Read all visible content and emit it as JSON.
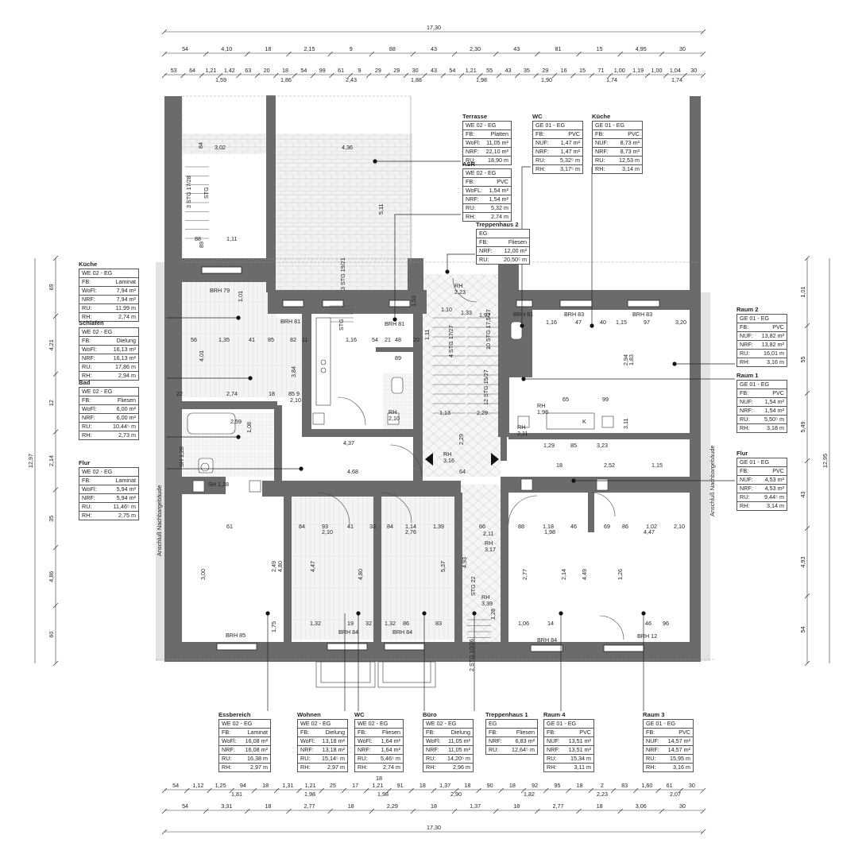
{
  "dimensions": {
    "top_total": "17,30",
    "top_row1": [
      "54",
      "4,10",
      "18",
      "2,15",
      "9",
      "88",
      "43",
      "2,30",
      "43",
      "81",
      "15",
      "4,95",
      "30"
    ],
    "top_row2": [
      "53",
      "64",
      "1,21",
      "1,42",
      "63",
      "20",
      "18",
      "54",
      "99",
      "61",
      "9",
      "29",
      "29",
      "30",
      "43",
      "54",
      "1,21",
      "55",
      "43",
      "35",
      "29",
      "16",
      "15",
      "71",
      "1,00",
      "1,19",
      "1,00",
      "1,04",
      "30"
    ],
    "top_row2_sub": [
      "1,59",
      "1,86",
      "2,43",
      "1,88",
      "1,98",
      "1,90",
      "1,74",
      "1,74"
    ],
    "bottom_row1": [
      "54",
      "1,12",
      "1,25",
      "94",
      "18",
      "1,31",
      "1,21",
      "25",
      "17",
      "1,21",
      "91",
      "18",
      "1,37",
      "18",
      "90",
      "18",
      "92",
      "95",
      "18",
      "2",
      "83",
      "1,60",
      "61",
      "30"
    ],
    "bottom_row1_sub": [
      "1,81",
      "1,98",
      "1,98",
      "2,90",
      "1,82",
      "2,23",
      "2,07"
    ],
    "bottom_row1_extra": "18",
    "bottom_row2": [
      "54",
      "3,31",
      "18",
      "2,77",
      "18",
      "2,29",
      "18",
      "1,37",
      "18",
      "2,77",
      "18",
      "3,06",
      "30"
    ],
    "bottom_total": "17,30",
    "left_side": [
      "69",
      "4,21",
      "12",
      "2,14",
      "35",
      "4,86",
      "60"
    ],
    "left_total": "12,97",
    "right_side": [
      "1,01",
      "55",
      "5,49",
      "43",
      "4,93",
      "54"
    ],
    "right_total": "12,95"
  },
  "side_labels": {
    "left": "Anschluß Nachbargebäude",
    "right": "Anschluß Nachbargebäude"
  },
  "window_labels": [
    "BRH 79",
    "BRH 81",
    "BRH 81",
    "BRH 81",
    "BRH 83",
    "BRH 83",
    "BRH 85",
    "BRH 84",
    "BRH 84",
    "BRH 84",
    "BRH 12"
  ],
  "stair_labels": [
    "3 STG 17/28",
    "STG",
    "4 STG 17/27",
    "10 STG 17,5/27",
    "12 STG 15/27",
    "3 STG 19/21",
    "2 STG 10/26",
    "STG 22",
    "STG"
  ],
  "rh_labels": [
    {
      "t": "RH",
      "v": "2,23"
    },
    {
      "t": "RH",
      "v": "3,16"
    },
    {
      "t": "RH",
      "v": "3,17"
    },
    {
      "t": "RH",
      "v": "3,39"
    },
    {
      "t": "RH",
      "v": "1,98"
    },
    {
      "t": "RH",
      "v": "2,11"
    },
    {
      "t": "RH",
      "v": "2,10"
    }
  ],
  "misc_labels": {
    "sh1": "SH 1,28",
    "sh2": "SH 1,28",
    "k": "K"
  },
  "rooms": [
    {
      "id": "terrasse",
      "title": "Terrasse",
      "head": "WE 02 - EG",
      "rows": [
        [
          "FB:",
          "Platten"
        ],
        [
          "WoFl:",
          "11,05 m²"
        ],
        [
          "NRF:",
          "22,10 m²"
        ],
        [
          "RU:",
          "18,90 m"
        ]
      ]
    },
    {
      "id": "asr",
      "title": "ASR",
      "head": "WE 02 - EG",
      "rows": [
        [
          "FB:",
          "PVC"
        ],
        [
          "WoFL:",
          "1,54 m²"
        ],
        [
          "NRF:",
          "1,54 m²"
        ],
        [
          "RU:",
          "5,32 m"
        ],
        [
          "RH:",
          "2,74 m"
        ]
      ]
    },
    {
      "id": "treppenhaus2",
      "title": "Treppenhaus 2",
      "head": "EG",
      "rows": [
        [
          "FB:",
          "Fliesen"
        ],
        [
          "NRF:",
          "12,00 m²"
        ],
        [
          "RU:",
          "20,50⁵ m"
        ]
      ]
    },
    {
      "id": "wc_top",
      "title": "WC",
      "head": "GE 01 - EG",
      "rows": [
        [
          "FB:",
          "PVC"
        ],
        [
          "NUF:",
          "1,47 m²"
        ],
        [
          "NRF:",
          "1,47 m²"
        ],
        [
          "RU:",
          "5,32⁵ m"
        ],
        [
          "RH:",
          "3,17⁵ m"
        ]
      ]
    },
    {
      "id": "kueche_top",
      "title": "Küche",
      "head": "GE 01 - EG",
      "rows": [
        [
          "FB:",
          "PVC"
        ],
        [
          "NUF:",
          "8,73 m²"
        ],
        [
          "NRF:",
          "8,73 m²"
        ],
        [
          "RU:",
          "12,53 m"
        ],
        [
          "RH:",
          "3,14 m"
        ]
      ]
    },
    {
      "id": "kueche_left",
      "title": "Küche",
      "head": "WE 02 - EG",
      "rows": [
        [
          "FB:",
          "Laminat"
        ],
        [
          "WoFl:",
          "7,94 m²"
        ],
        [
          "NRF:",
          "7,94 m²"
        ],
        [
          "RU:",
          "11,99 m"
        ],
        [
          "RH:",
          "2,74 m"
        ]
      ]
    },
    {
      "id": "schlafen",
      "title": "Schlafen",
      "head": "WE 02 - EG",
      "rows": [
        [
          "FB:",
          "Dielung"
        ],
        [
          "WoFl:",
          "16,13 m²"
        ],
        [
          "NRF:",
          "16,13 m²"
        ],
        [
          "RU:",
          "17,86 m"
        ],
        [
          "RH:",
          "2,94 m"
        ]
      ]
    },
    {
      "id": "bad",
      "title": "Bad",
      "head": "WE 02 - EG",
      "rows": [
        [
          "FB:",
          "Fliesen"
        ],
        [
          "WoFl:",
          "6,00 m²"
        ],
        [
          "NRF:",
          "6,00 m²"
        ],
        [
          "RU:",
          "10,44⁵ m"
        ],
        [
          "RH:",
          "2,73 m"
        ]
      ]
    },
    {
      "id": "flur_left",
      "title": "Flur",
      "head": "WE 02 - EG",
      "rows": [
        [
          "FB:",
          "Laminat"
        ],
        [
          "WoFl:",
          "5,94 m²"
        ],
        [
          "NRF:",
          "5,94 m²"
        ],
        [
          "RU:",
          "11,46⁵ m"
        ],
        [
          "RH:",
          "2,75 m"
        ]
      ]
    },
    {
      "id": "raum2",
      "title": "Raum 2",
      "head": "GE 01 - EG",
      "rows": [
        [
          "FB:",
          "PVC"
        ],
        [
          "NUF:",
          "13,82 m²"
        ],
        [
          "NRF:",
          "13,82 m²"
        ],
        [
          "RU:",
          "16,01 m"
        ],
        [
          "RH:",
          "3,16 m"
        ]
      ]
    },
    {
      "id": "raum1",
      "title": "Raum 1",
      "head": "GE 01 - EG",
      "rows": [
        [
          "FB:",
          "PVC"
        ],
        [
          "NUF:",
          "1,54 m²"
        ],
        [
          "NRF:",
          "1,54 m²"
        ],
        [
          "RU:",
          "5,50⁵ m"
        ],
        [
          "RH:",
          "3,18 m"
        ]
      ]
    },
    {
      "id": "flur_right",
      "title": "Flur",
      "head": "GE 01 - EG",
      "rows": [
        [
          "FB:",
          "PVC"
        ],
        [
          "NUF:",
          "4,53 m²"
        ],
        [
          "NRF:",
          "4,53 m²"
        ],
        [
          "RU:",
          "9,44⁵ m"
        ],
        [
          "RH:",
          "3,14 m"
        ]
      ]
    },
    {
      "id": "essbereich",
      "title": "Essbereich",
      "head": "WE 02 - EG",
      "rows": [
        [
          "FB:",
          "Laminat"
        ],
        [
          "WoFl:",
          "16,08 m²"
        ],
        [
          "NRF:",
          "16,08 m²"
        ],
        [
          "RU:",
          "16,38 m"
        ],
        [
          "RH:",
          "2,97 m"
        ]
      ]
    },
    {
      "id": "wohnen",
      "title": "Wohnen",
      "head": "WE 02 - EG",
      "rows": [
        [
          "FB:",
          "Dielung"
        ],
        [
          "WoFl:",
          "13,18 m²"
        ],
        [
          "NRF:",
          "13,18 m²"
        ],
        [
          "RU:",
          "15,14⁵ m"
        ],
        [
          "RH:",
          "2,97 m"
        ]
      ]
    },
    {
      "id": "wc_bottom",
      "title": "WC",
      "head": "WE 02 - EG",
      "rows": [
        [
          "FB:",
          "Fliesen"
        ],
        [
          "WoFl:",
          "1,64 m²"
        ],
        [
          "NRF:",
          "1,64 m²"
        ],
        [
          "RU:",
          "5,46⁵ m"
        ],
        [
          "RH:",
          "2,74 m"
        ]
      ]
    },
    {
      "id": "buero",
      "title": "Büro",
      "head": "WE 02 - EG",
      "rows": [
        [
          "FB:",
          "Dielung"
        ],
        [
          "WoFl:",
          "11,05 m²"
        ],
        [
          "NRF:",
          "11,05 m²"
        ],
        [
          "RU:",
          "14,20⁵ m"
        ],
        [
          "RH:",
          "2,96 m"
        ]
      ]
    },
    {
      "id": "treppenhaus1",
      "title": "Treppenhaus 1",
      "head": "EG",
      "rows": [
        [
          "FB:",
          "Fliesen"
        ],
        [
          "NRF:",
          "6,83 m²"
        ],
        [
          "RU:",
          "12,64⁵ m"
        ]
      ]
    },
    {
      "id": "raum4",
      "title": "Raum 4",
      "head": "GE 01 - EG",
      "rows": [
        [
          "FB:",
          "PVC"
        ],
        [
          "NUF:",
          "13,51 m²"
        ],
        [
          "NRF:",
          "13,51 m²"
        ],
        [
          "RU:",
          "15,34 m"
        ],
        [
          "RH:",
          "3,11 m"
        ]
      ]
    },
    {
      "id": "raum3",
      "title": "Raum 3",
      "head": "GE 01 - EG",
      "rows": [
        [
          "FB:",
          "PVC"
        ],
        [
          "NUF:",
          "14,57 m²"
        ],
        [
          "NRF:",
          "14,57 m²"
        ],
        [
          "RU:",
          "15,95 m"
        ],
        [
          "RH:",
          "3,16 m"
        ]
      ]
    }
  ],
  "inner_dims": [
    "3,02",
    "4,36",
    "5,11",
    "84",
    "1,11",
    "88",
    "89",
    "1,01",
    "4,01",
    "3,84",
    "56",
    "1,35",
    "41",
    "85",
    "82",
    "11",
    "1,16",
    "54",
    "21",
    "48",
    "20",
    "89",
    "2,74",
    "18",
    "85",
    "9",
    "2,10",
    "22",
    "2,59",
    "1,08",
    "4,37",
    "4,68",
    "1,33",
    "1,10",
    "1,97",
    "1,53",
    "1,11",
    "1,13",
    "2,29",
    "2,29",
    "64",
    "1,16",
    "47",
    "40",
    "1,15",
    "97",
    "3,20",
    "2,94",
    "1,83",
    "65",
    "99",
    "1,29",
    "85",
    "3,23",
    "18",
    "2,52",
    "1,15",
    "3,11",
    "61",
    "84",
    "93",
    "41",
    "33",
    "84",
    "1,14",
    "1,39",
    "66",
    "88",
    "1,18",
    "46",
    "69",
    "86",
    "1,02",
    "2,10",
    "2,10",
    "2,76",
    "2,11",
    "1,98",
    "4,47",
    "3,00",
    "2,49",
    "4,80",
    "4,47",
    "4,80",
    "5,37",
    "4,93",
    "2,77",
    "2,14",
    "4,49",
    "1,26",
    "1,32",
    "19",
    "32",
    "1,32",
    "86",
    "83",
    "1,06",
    "14",
    "46",
    "96",
    "1,75",
    "1,28"
  ]
}
